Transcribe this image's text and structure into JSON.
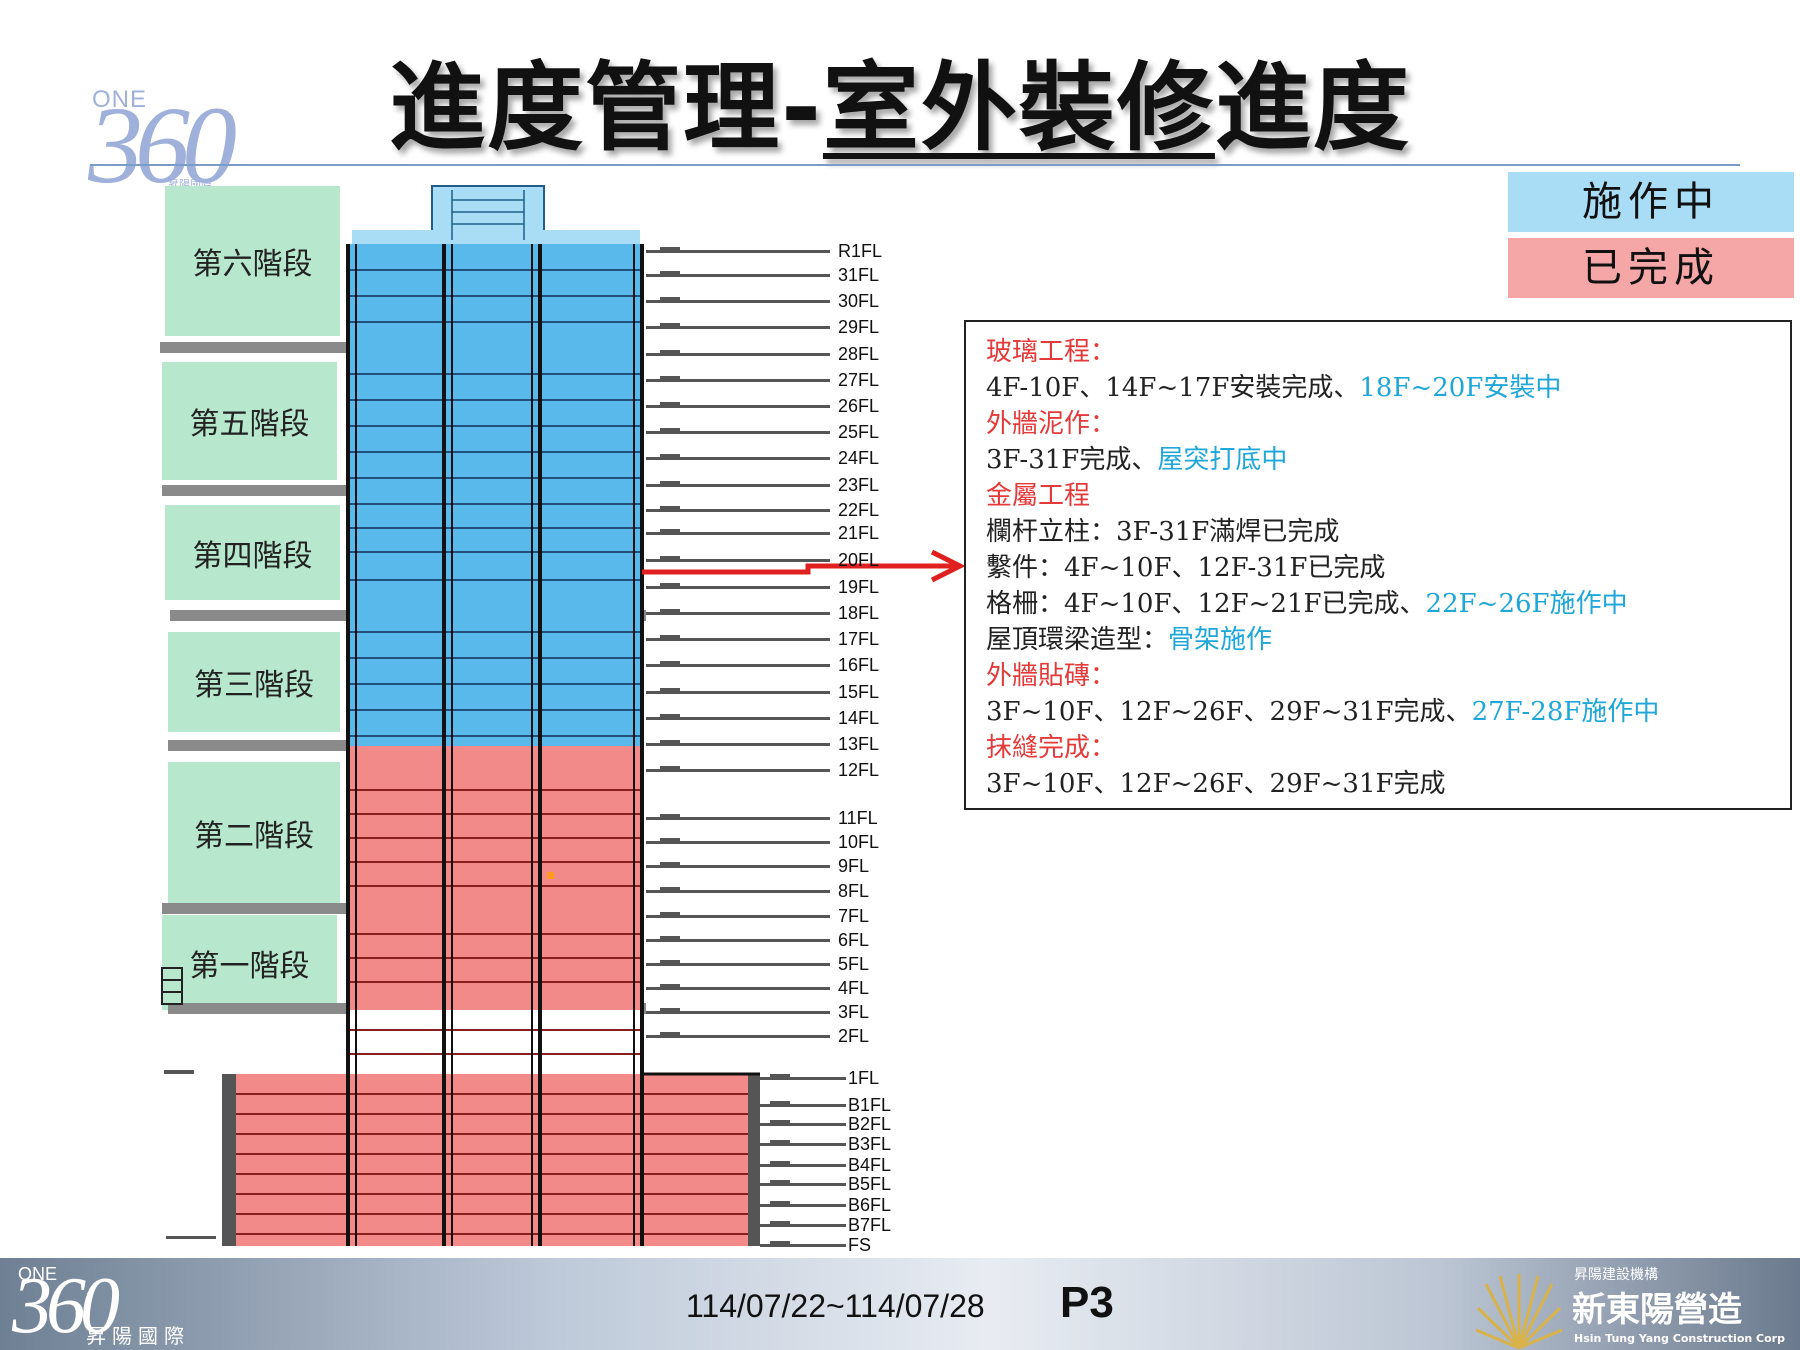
{
  "title": {
    "part1": "進度管理-",
    "part2": "室外裝修",
    "part3": "進度"
  },
  "logo": {
    "one": "ONE",
    "number": "360",
    "sub": "昇陽國際"
  },
  "legend": {
    "in_progress": "施作中",
    "completed": "已完成"
  },
  "colors": {
    "in_progress": "#a8ddf5",
    "completed": "#f5a6a6",
    "stage_bg": "#b7e8cd",
    "heading_red": "#e53a3a",
    "progress_blue": "#1ea7d8"
  },
  "stages": [
    "第六階段",
    "第五階段",
    "第四階段",
    "第三階段",
    "第二階段",
    "第一階段"
  ],
  "floors": [
    "R1FL",
    "31FL",
    "30FL",
    "29FL",
    "28FL",
    "27FL",
    "26FL",
    "25FL",
    "24FL",
    "23FL",
    "22FL",
    "21FL",
    "20FL",
    "19FL",
    "18FL",
    "17FL",
    "16FL",
    "15FL",
    "14FL",
    "13FL",
    "12FL",
    "11FL",
    "10FL",
    "9FL",
    "8FL",
    "7FL",
    "6FL",
    "5FL",
    "4FL",
    "3FL",
    "2FL",
    "1FL",
    "B1FL",
    "B2FL",
    "B3FL",
    "B4FL",
    "B5FL",
    "B6FL",
    "B7FL",
    "FS"
  ],
  "building_status": {
    "tower_upper": "in_progress",
    "tower_lower": "completed",
    "podium": "completed",
    "current_floor": "20FL"
  },
  "info": {
    "glass_head": "玻璃工程：",
    "glass_done": "4F-10F、14F~17F安裝完成、",
    "glass_prog": "18F~20F安裝中",
    "wall_plaster_head": "外牆泥作：",
    "wall_plaster_done": "3F-31F完成、",
    "wall_plaster_prog": "屋突打底中",
    "metal_head": "金屬工程",
    "metal_rail": "欄杆立柱：3F-31F滿焊已完成",
    "metal_fitting": "繫件：4F~10F、12F-31F已完成",
    "metal_grille_done": "格柵：4F~10F、12F~21F已完成、",
    "metal_grille_prog": "22F~26F施作中",
    "metal_roof_done": "屋頂環梁造型：",
    "metal_roof_prog": "骨架施作",
    "tile_head": "外牆貼磚：",
    "tile_done": "3F~10F、12F~26F、29F~31F完成、",
    "tile_prog": "27F-28F施作中",
    "grout_head": "抹縫完成：",
    "grout_done": "3F~10F、12F~26F、29F~31F完成"
  },
  "footer": {
    "date_range": "114/07/22~114/07/28",
    "page": "P3",
    "corp_group": "昇陽建設機構",
    "corp_name": "新東陽營造",
    "corp_en": "Hsin Tung Yang Construction Corp"
  }
}
